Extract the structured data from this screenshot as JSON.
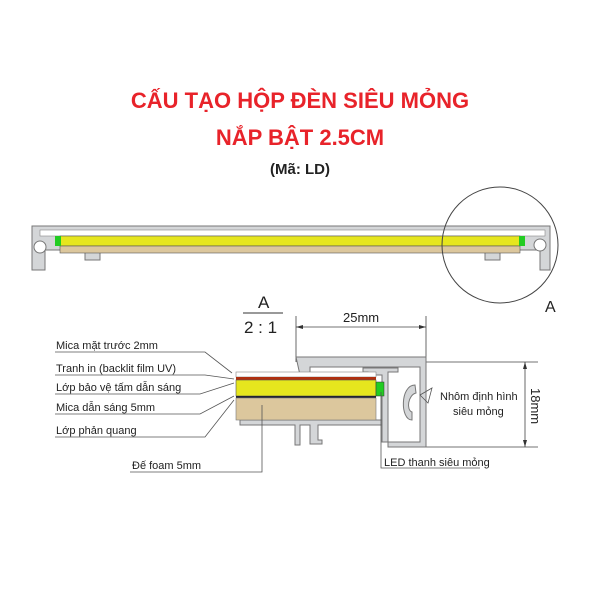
{
  "title": {
    "line1": "CẤU TẠO HỘP ĐÈN SIÊU MỎNG",
    "line2": "NẮP BẬT 2.5CM",
    "code": "(Mã: LD)"
  },
  "detail": {
    "callout": "A",
    "scale_top": "A",
    "scale_ratio": "2 : 1"
  },
  "dimensions": {
    "width": "25mm",
    "height": "18mm"
  },
  "labels": {
    "mica_front": "Mica mặt trước 2mm",
    "print": "Tranh in (backlit film UV)",
    "protect": "Lớp bảo vệ tấm dẫn sáng",
    "guide": "Mica dẫn sáng 5mm",
    "reflect": "Lớp phản quang",
    "foam": "Đế foam 5mm",
    "frame": "Nhôm định hình siêu mỏng",
    "led": "LED thanh siêu mỏng"
  },
  "colors": {
    "title": "#e8232a",
    "yellow": "#e6e61e",
    "tan": "#dcc79d",
    "frame": "#d4d6d8",
    "led": "#22cc22"
  }
}
